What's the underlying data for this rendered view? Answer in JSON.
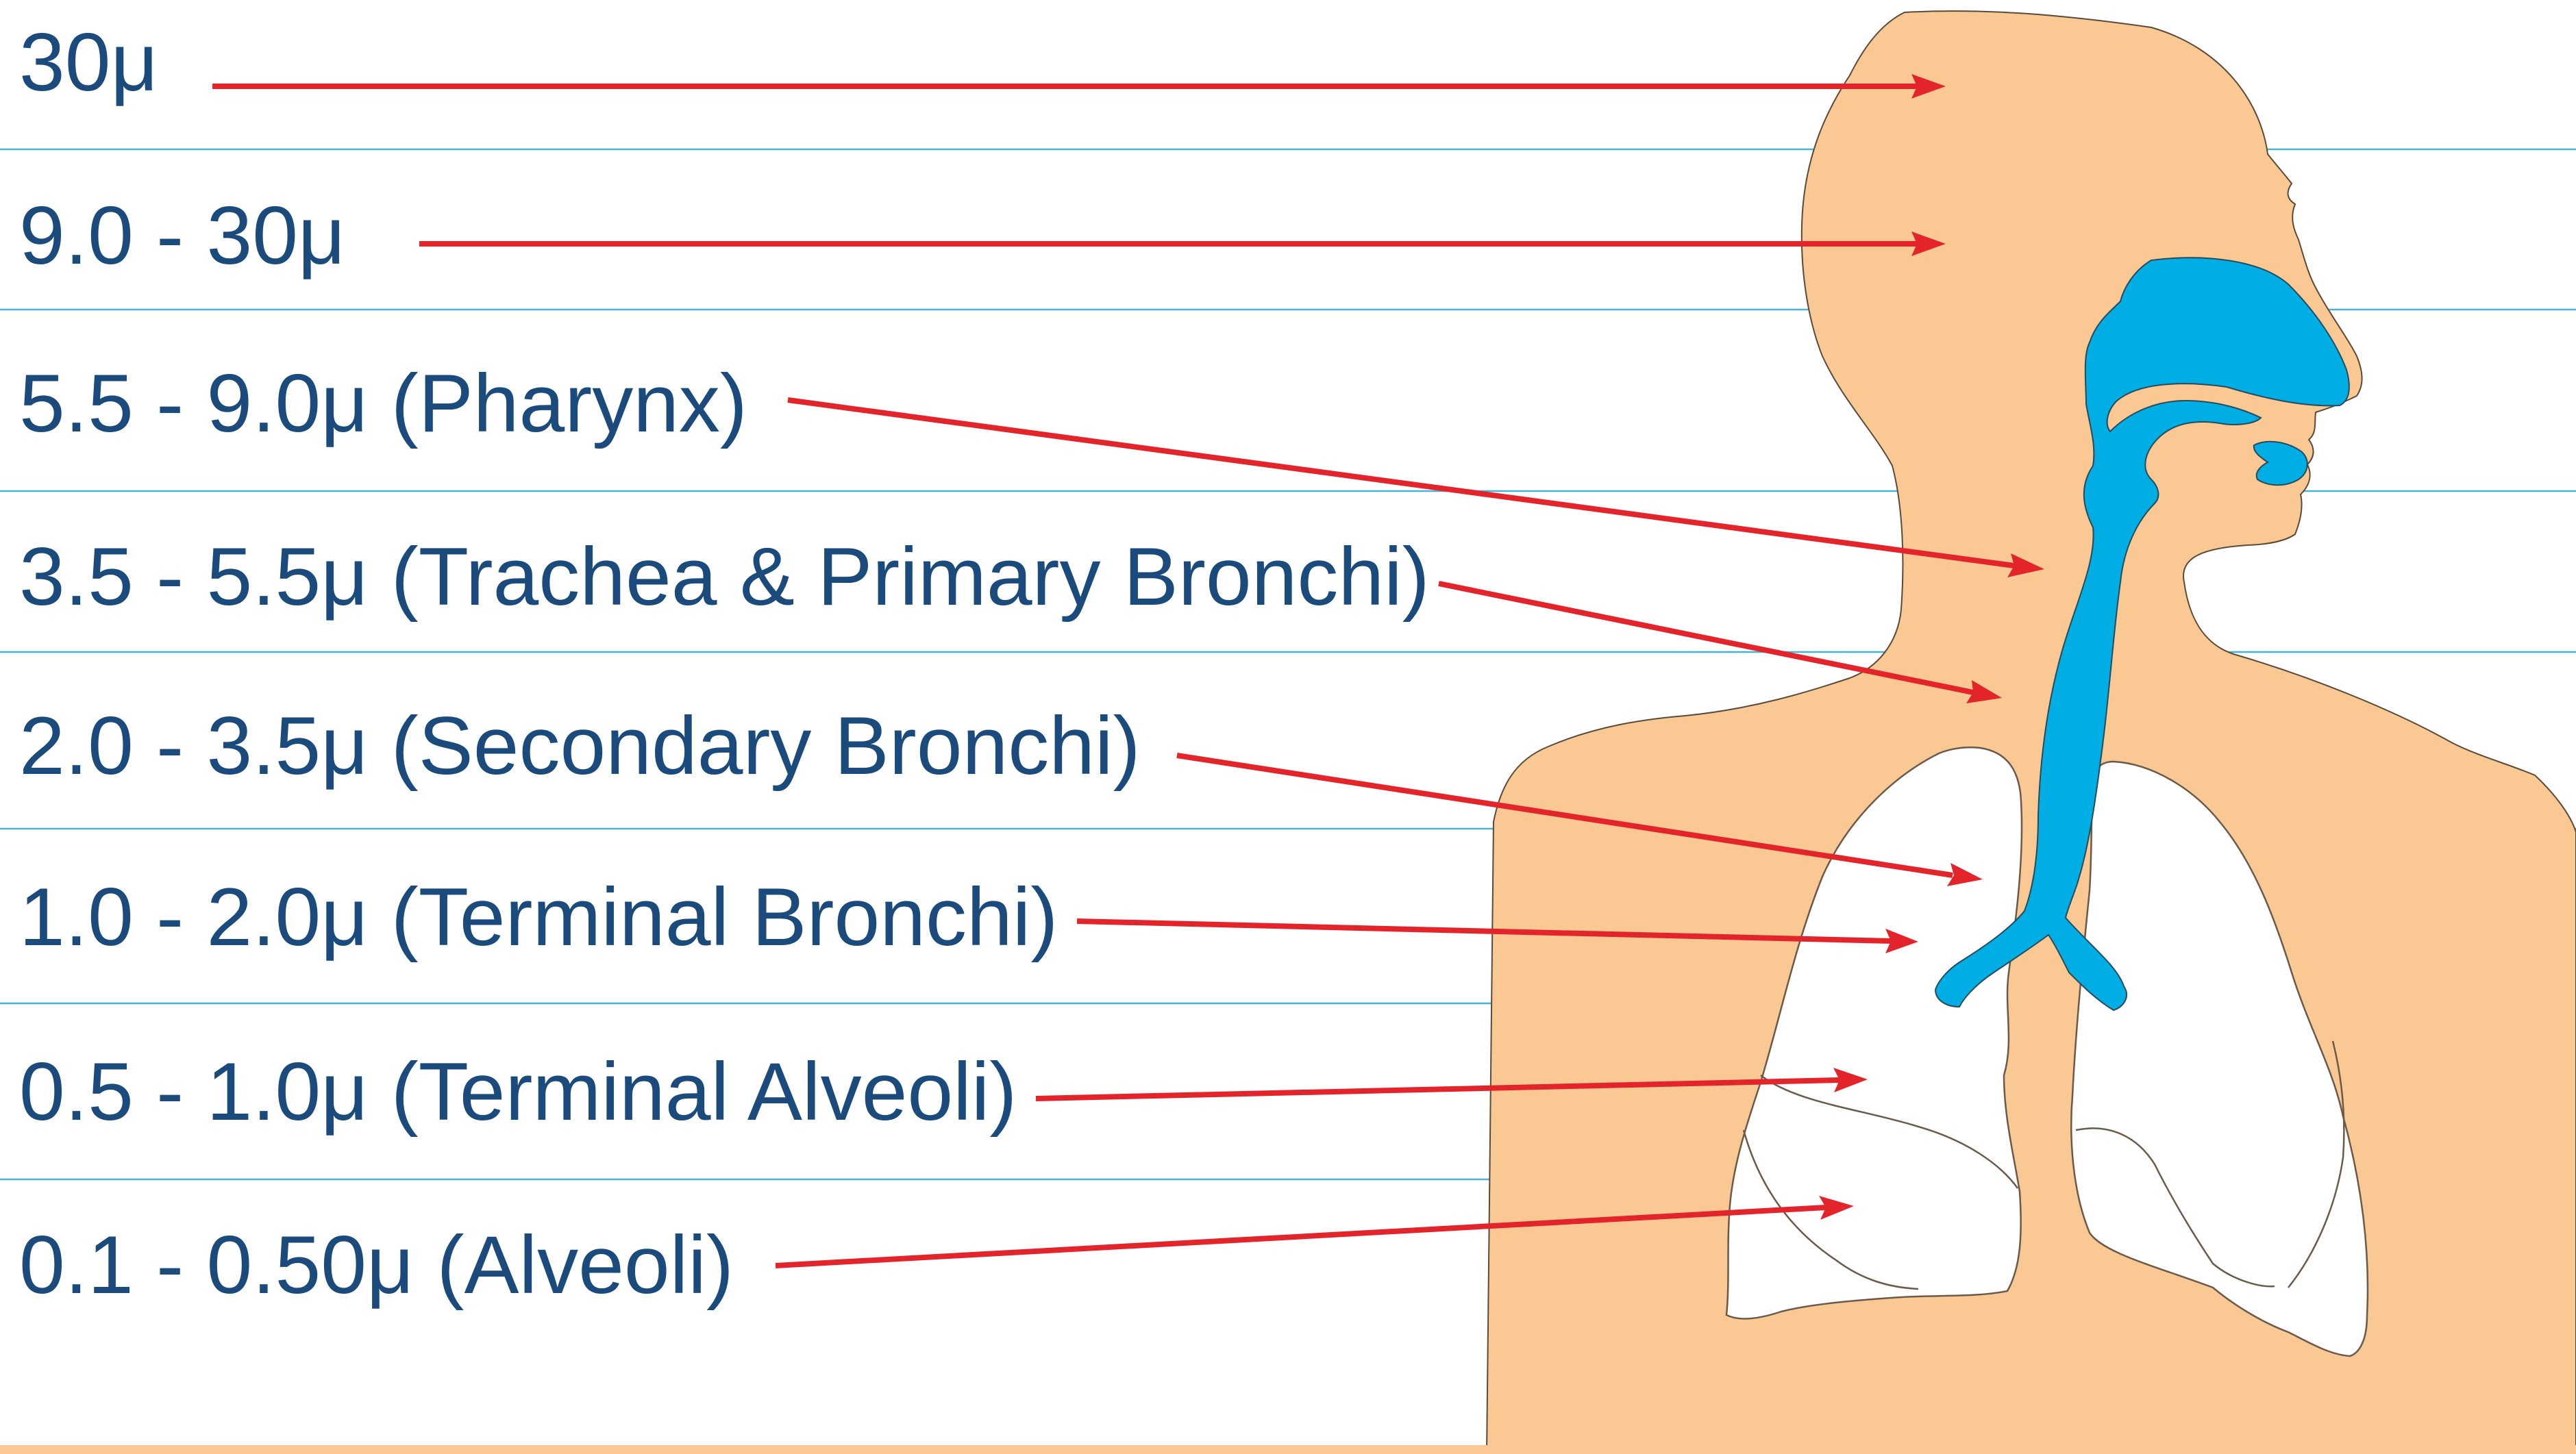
{
  "diagram": {
    "deposition_labels": [
      {
        "text": "30μ",
        "region": "head"
      },
      {
        "text": "9.0 - 30μ",
        "region": "head"
      },
      {
        "text": "5.5 - 9.0μ (Pharynx)",
        "region": "pharynx"
      },
      {
        "text": "3.5 - 5.5μ (Trachea & Primary Bronchi)",
        "region": "trachea"
      },
      {
        "text": "2.0 - 3.5μ (Secondary Bronchi)",
        "region": "secondary-bronchi"
      },
      {
        "text": "1.0 - 2.0μ (Terminal Bronchi)",
        "region": "terminal-bronchi"
      },
      {
        "text": "0.5 - 1.0μ (Terminal Alveoli)",
        "region": "terminal-alveoli"
      },
      {
        "text": "0.1 - 0.50μ (Alveoli)",
        "region": "alveoli"
      }
    ],
    "colors": {
      "label_text": "#1b4a7c",
      "arrow": "#e3242b",
      "guide_line": "#47b3d8",
      "skin": "#fac993",
      "airway": "#00aee6",
      "lung": "#ffffff"
    }
  }
}
